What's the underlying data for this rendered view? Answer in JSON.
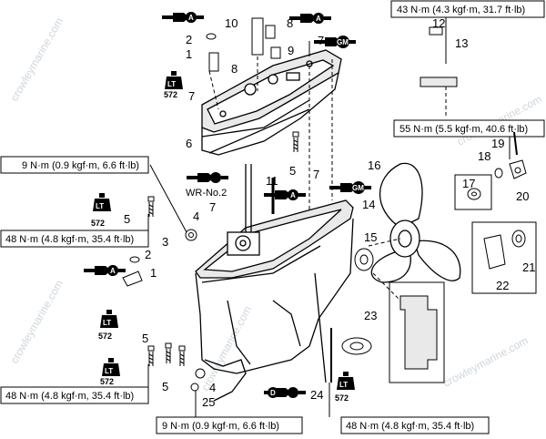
{
  "diagram": {
    "torque_specs": {
      "top_right": "43 N·m (4.3 kgf·m, 31.7 ft·lb)",
      "right_mid": "55 N·m (5.5 kgf·m, 40.6 ft·lb)",
      "left_top": "9 N·m (0.9 kgf·m, 6.6 ft·lb)",
      "left_mid": "48 N·m (4.8 kgf·m, 35.4 ft·lb)",
      "left_bottom": "48 N·m (4.8 kgf·m, 35.4 ft·lb)",
      "bottom_mid": "9 N·m (0.9 kgf·m, 6.6 ft·lb)",
      "bottom_right": "48 N·m (4.8 kgf·m, 35.4 ft·lb)"
    },
    "part_numbers": {
      "p1a": "1",
      "p1b": "1",
      "p2a": "2",
      "p2b": "2",
      "p3": "3",
      "p4a": "4",
      "p4b": "4",
      "p5a": "5",
      "p5b": "5",
      "p5c": "5",
      "p5d": "5",
      "p6": "6",
      "p7a": "7",
      "p7b": "7",
      "p7c": "7",
      "p7d": "7",
      "p8a": "8",
      "p8b": "8",
      "p9": "9",
      "p10": "10",
      "p11": "11",
      "p12": "12",
      "p13": "13",
      "p14": "14",
      "p15": "15",
      "p16": "16",
      "p17": "17",
      "p18": "18",
      "p19": "19",
      "p20": "20",
      "p21": "21",
      "p22": "22",
      "p23": "23",
      "p24": "24",
      "p25": "25"
    },
    "lubricant_tags": {
      "a": "A",
      "d": "D",
      "gm": "GM",
      "wr_no2": "WR-No.2"
    },
    "locktite": {
      "label": "LT",
      "code": "572"
    },
    "watermark": "crowleymarine.com",
    "colors": {
      "ink": "#000000",
      "watermark": "#cfd6dc"
    }
  }
}
